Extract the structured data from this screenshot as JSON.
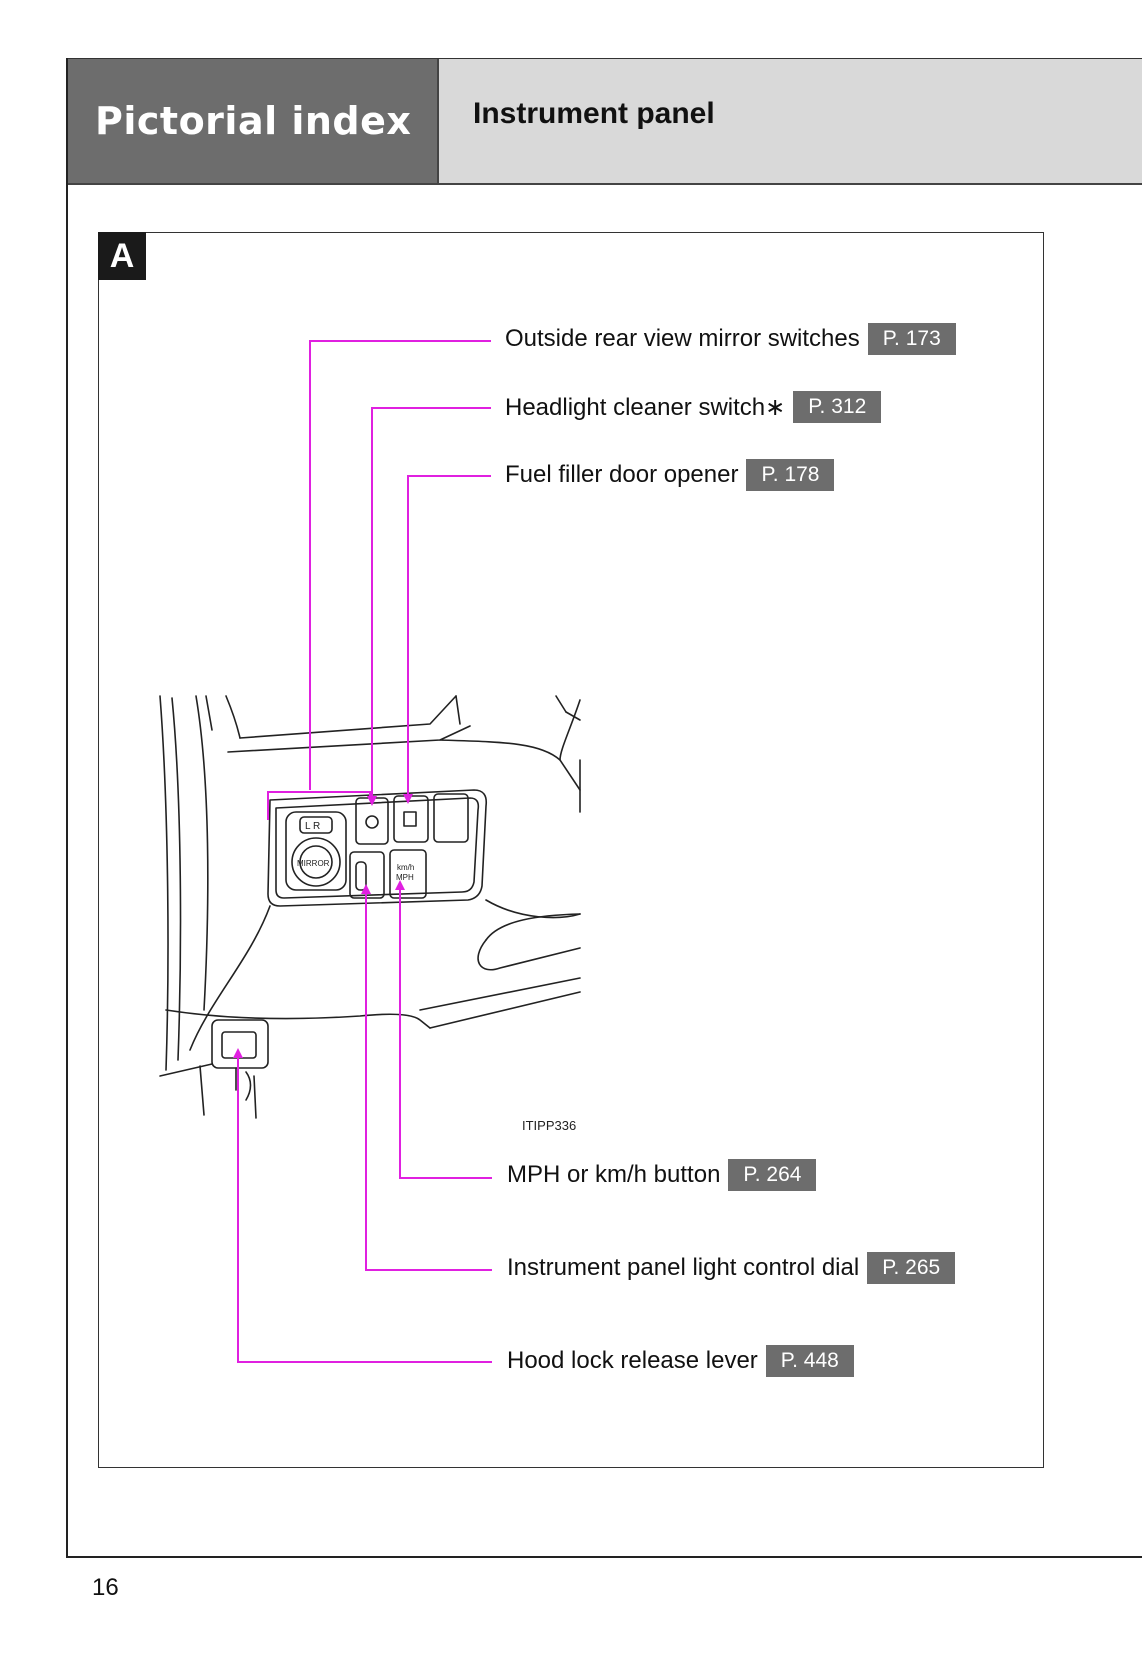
{
  "header": {
    "section_title": "Pictorial index",
    "page_title": "Instrument panel"
  },
  "figure": {
    "badge": "A",
    "code": "ITIPP336",
    "leader_color": "#e020e0",
    "callouts": [
      {
        "label": "Outside rear view mirror switches",
        "page": "P. 173"
      },
      {
        "label": "Headlight cleaner switch∗",
        "page": "P. 312"
      },
      {
        "label": "Fuel filler door opener",
        "page": "P. 178"
      },
      {
        "label": "MPH or km/h button",
        "page": "P. 264"
      },
      {
        "label": "Instrument panel light control dial",
        "page": "P. 265"
      },
      {
        "label": "Hood lock release lever",
        "page": "P. 448"
      }
    ],
    "switch_labels": {
      "mirror_lr": "L  R",
      "mirror": "MIRROR",
      "kmh": "km/h",
      "mph": "MPH"
    }
  },
  "footer": {
    "page_number": "16"
  }
}
